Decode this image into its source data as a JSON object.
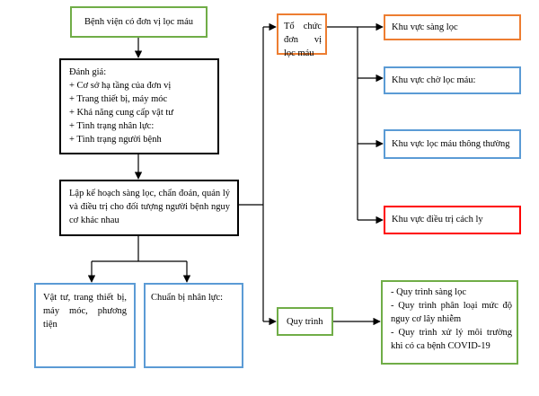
{
  "colors": {
    "green": "#70ad47",
    "orange": "#ed7d31",
    "blue": "#5b9bd5",
    "red": "#ff0000",
    "black": "#000000"
  },
  "nodes": {
    "hospital": "Bệnh viện có đơn vị lọc máu",
    "assessment": {
      "title": "Đánh giá:",
      "items": [
        "+ Cơ sở hạ tầng của đơn vị",
        "+ Trang thiết bị, máy móc",
        "+ Khả năng cung cấp vật tư",
        "+ Tình trạng nhân lực:",
        "+ Tình trạng người bệnh"
      ]
    },
    "planning": "Lập kế hoạch sàng lọc, chẩn đoán, quản lý và điều trị cho đối tượng người bệnh nguy cơ khác nhau",
    "supplies": "Vật tư, trang thiết bị, máy móc, phương tiện",
    "staffing": "Chuẩn bị nhân lực:",
    "organization": "Tổ chức đơn vị lọc máu",
    "zone_screening": "Khu vực sàng lọc",
    "zone_waiting": "Khu vực chờ lọc máu:",
    "zone_normal": "Khu vực lọc máu thông thường",
    "zone_isolation": "Khu vực điều trị cách ly",
    "procedures": "Quy trình",
    "procedure_list": [
      "- Quy trình sàng lọc",
      "- Quy trình phân loại mức độ nguy cơ lây nhiễm",
      "- Quy trình xử lý môi trường khi có ca bệnh COVID-19"
    ]
  }
}
